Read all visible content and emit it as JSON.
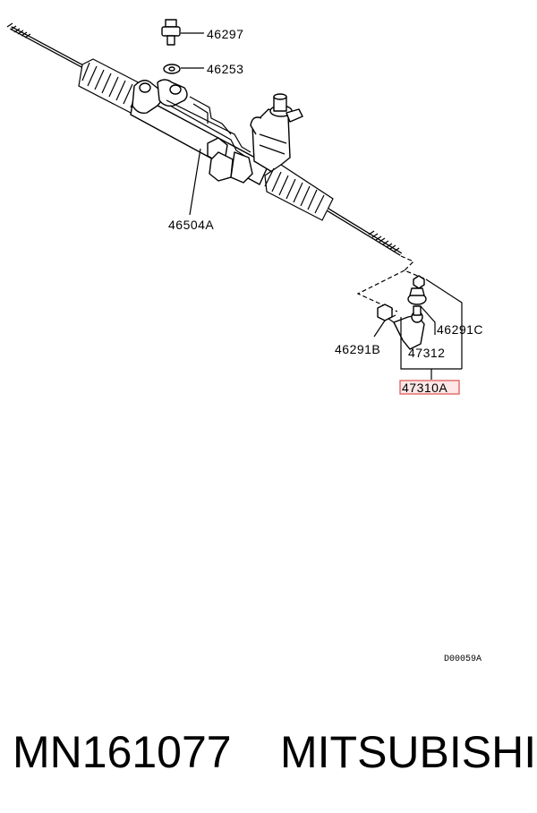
{
  "callouts": {
    "bolt": "46297",
    "washer": "46253",
    "rack_assembly": "46504A",
    "kit_b": "46291B",
    "kit_c": "46291C",
    "tie_rod_end": "47312",
    "tie_rod_end_set": "47310A"
  },
  "diagram_code": "D00059A",
  "caption": {
    "part_number": "MN161077",
    "brand": "MITSUBISHI"
  },
  "colors": {
    "highlight": "#e06666",
    "highlight_fill": "#fde6e6"
  }
}
